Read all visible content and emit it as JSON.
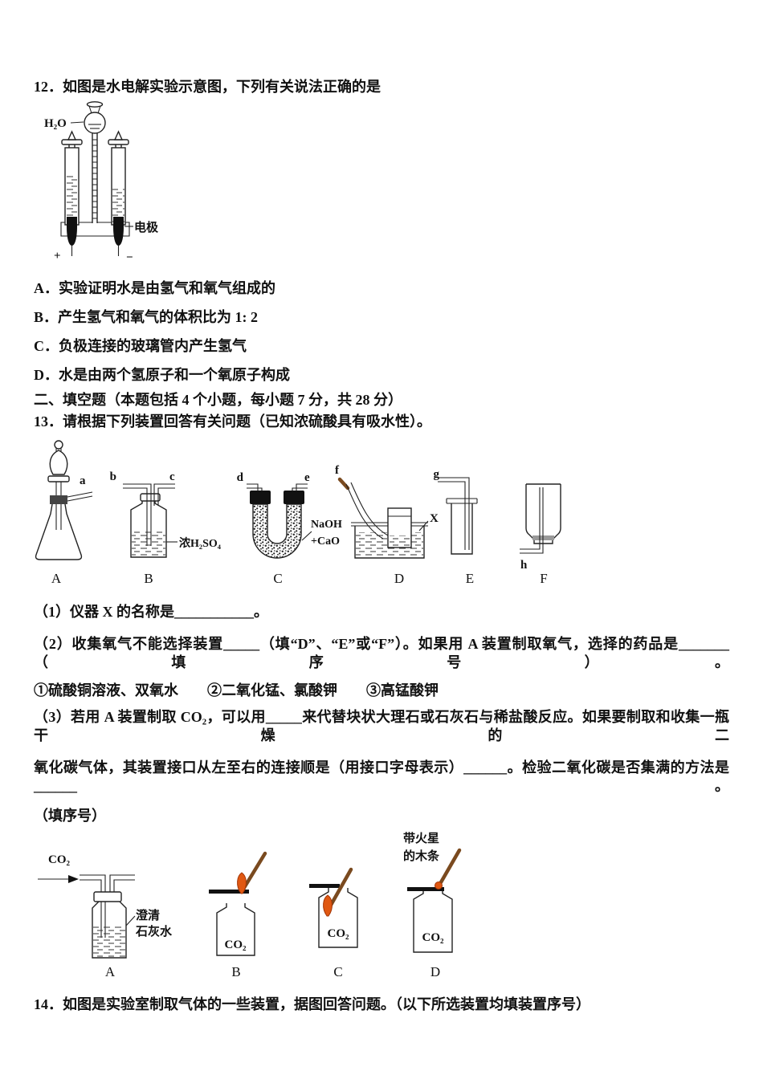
{
  "q12": {
    "stem": "12．如图是水电解实验示意图，下列有关说法正确的是",
    "diagram": {
      "water_label": "H₂O",
      "electrode_label": "电极",
      "plus": "+",
      "minus": "−"
    },
    "options": [
      "A．实验证明水是由氢气和氧气组成的",
      "B．产生氢气和氧气的体积比为 1: 2",
      "C．负极连接的玻璃管内产生氢气",
      "D．水是由两个氢原子和一个氧原子构成"
    ]
  },
  "section2_header": "二、填空题（本题包括 4 个小题，每小题 7 分，共 28 分）",
  "q13": {
    "stem": "13．请根据下列装置回答有关问题（已知浓硫酸具有吸水性）。",
    "apparatus": {
      "ports": {
        "a": "a",
        "b": "b",
        "c": "c",
        "d": "d",
        "e": "e",
        "f": "f",
        "g": "g",
        "h": "h"
      },
      "x_label": "X",
      "acid_label": "浓H₂SO₄",
      "naoh_line1": "NaOH",
      "naoh_line2": "+CaO",
      "names": [
        "A",
        "B",
        "C",
        "D",
        "E",
        "F"
      ]
    },
    "sub1": "（1）仪器 X 的名称是___________。",
    "sub2": "（2）收集氧气不能选择装置_____（填“D”、“E”或“F”）。如果用 A 装置制取氧气，选择的药品是_______（填序号）。",
    "sub2_choices": "①硫酸铜溶液、双氧水　　②二氧化锰、氯酸钾　　③高锰酸钾",
    "sub3_line1": "（3）若用 A 装置制取 CO₂，可以用_____来代替块状大理石或石灰石与稀盐酸反应。如果要制取和收集一瓶干燥的二",
    "sub3_line2": "氧化碳气体，其装置接口从左至右的连接顺是（用接口字母表示）______。检验二氧化碳是否集满的方法是______。",
    "sub3_line3": "（填序号）"
  },
  "co2_tests": {
    "gas_label": "CO₂",
    "limewater_line1": "澄清",
    "limewater_line2": "石灰水",
    "spark_line1": "带火星",
    "spark_line2": "的木条",
    "names": [
      "A",
      "B",
      "C",
      "D"
    ]
  },
  "q14": {
    "stem": "14．如图是实验室制取气体的一些装置，据图回答问题。（以下所选装置均填装置序号）"
  }
}
